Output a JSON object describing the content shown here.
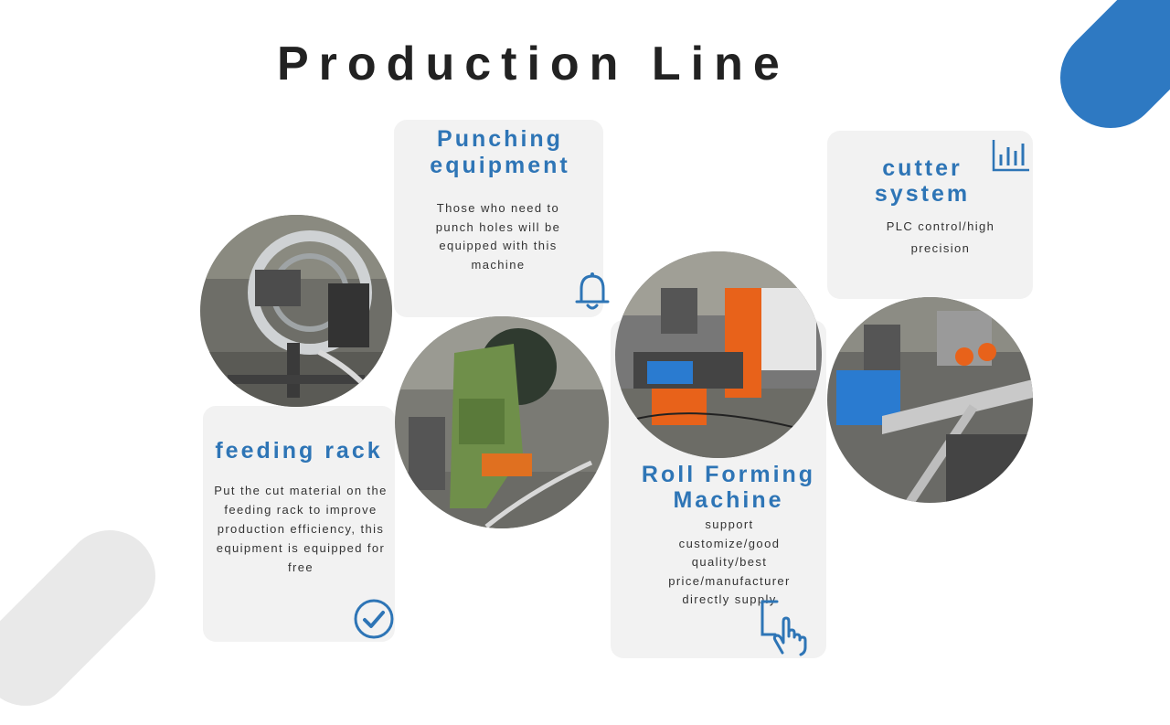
{
  "title": "Production Line",
  "colors": {
    "accent": "#2e75b6",
    "card": "#f2f2f2",
    "deco_gray": "#e9e9e9"
  },
  "steps": [
    {
      "title": "feeding rack",
      "text": "Put the cut material on the feeding rack to improve production efficiency, this equipment is equipped for free",
      "icon": "checkmark-circle-icon"
    },
    {
      "title": "Punching equipment",
      "text": "Those who need to punch holes will be equipped with this machine",
      "icon": "bell-icon"
    },
    {
      "title": "Roll Forming Machine",
      "text": "support customize/good quality/best price/manufacturer directly supply",
      "icon": "touch-hand-icon"
    },
    {
      "title": "cutter system",
      "text": "PLC control/high precision",
      "icon": "bar-chart-icon"
    }
  ]
}
